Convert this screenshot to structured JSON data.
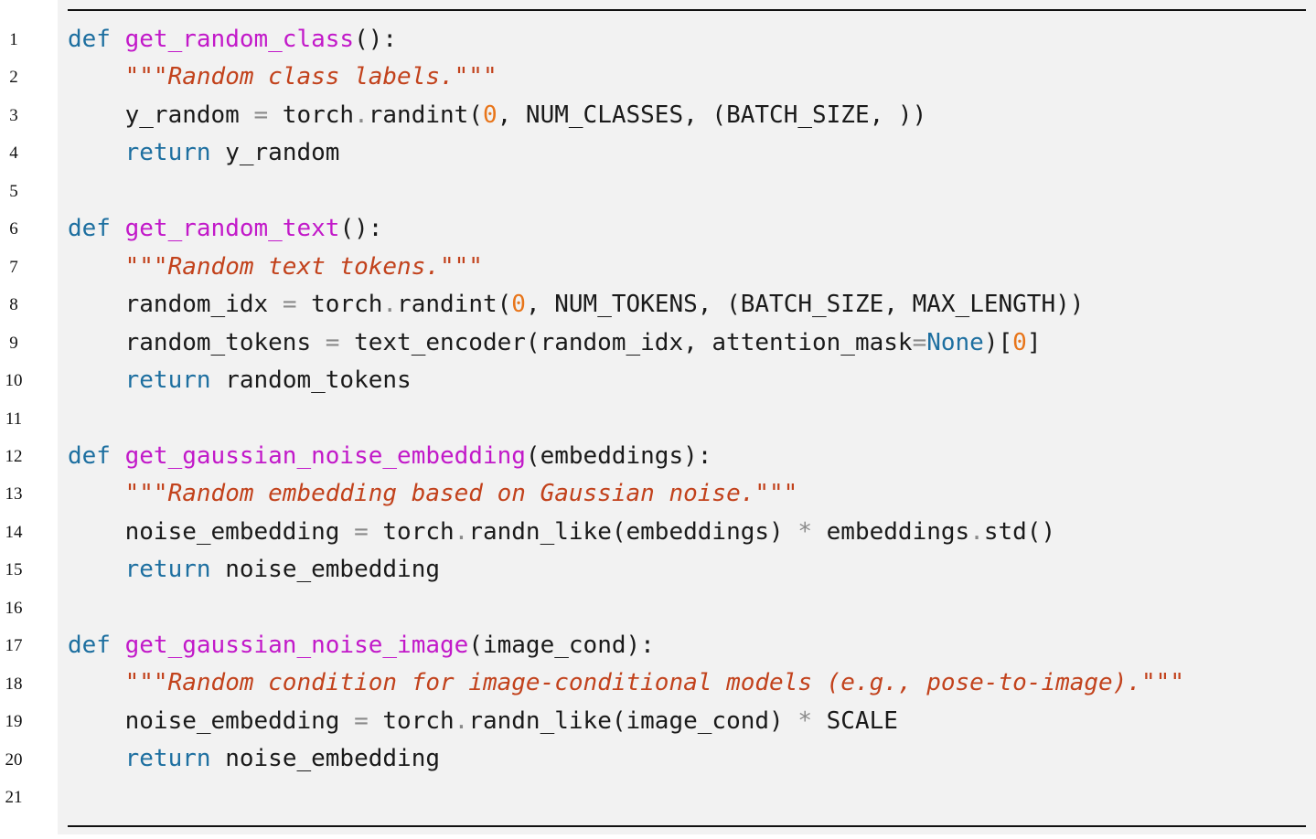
{
  "line_numbers": [
    "1",
    "2",
    "3",
    "4",
    "5",
    "6",
    "7",
    "8",
    "9",
    "10",
    "11",
    "12",
    "13",
    "14",
    "15",
    "16",
    "17",
    "18",
    "19",
    "20",
    "21"
  ],
  "code_lines": [
    [
      {
        "t": "def",
        "c": "kw"
      },
      {
        "t": " "
      },
      {
        "t": "get_random_class",
        "c": "fn"
      },
      {
        "t": "():"
      }
    ],
    [
      {
        "t": "    "
      },
      {
        "t": "\"\"\"Random class labels.\"\"\"",
        "c": "doc"
      }
    ],
    [
      {
        "t": "    y_random "
      },
      {
        "t": "=",
        "c": "op"
      },
      {
        "t": " torch"
      },
      {
        "t": ".",
        "c": "op"
      },
      {
        "t": "randint("
      },
      {
        "t": "0",
        "c": "num"
      },
      {
        "t": ", NUM_CLASSES, (BATCH_SIZE, ))"
      }
    ],
    [
      {
        "t": "    "
      },
      {
        "t": "return",
        "c": "kw"
      },
      {
        "t": " y_random"
      }
    ],
    [],
    [
      {
        "t": "def",
        "c": "kw"
      },
      {
        "t": " "
      },
      {
        "t": "get_random_text",
        "c": "fn"
      },
      {
        "t": "():"
      }
    ],
    [
      {
        "t": "    "
      },
      {
        "t": "\"\"\"Random text tokens.\"\"\"",
        "c": "doc"
      }
    ],
    [
      {
        "t": "    random_idx "
      },
      {
        "t": "=",
        "c": "op"
      },
      {
        "t": " torch"
      },
      {
        "t": ".",
        "c": "op"
      },
      {
        "t": "randint("
      },
      {
        "t": "0",
        "c": "num"
      },
      {
        "t": ", NUM_TOKENS, (BATCH_SIZE, MAX_LENGTH))"
      }
    ],
    [
      {
        "t": "    random_tokens "
      },
      {
        "t": "=",
        "c": "op"
      },
      {
        "t": " text_encoder(random_idx, attention_mask"
      },
      {
        "t": "=",
        "c": "op"
      },
      {
        "t": "None",
        "c": "kw"
      },
      {
        "t": ")["
      },
      {
        "t": "0",
        "c": "num"
      },
      {
        "t": "]"
      }
    ],
    [
      {
        "t": "    "
      },
      {
        "t": "return",
        "c": "kw"
      },
      {
        "t": " random_tokens"
      }
    ],
    [],
    [
      {
        "t": "def",
        "c": "kw"
      },
      {
        "t": " "
      },
      {
        "t": "get_gaussian_noise_embedding",
        "c": "fn"
      },
      {
        "t": "(embeddings):"
      }
    ],
    [
      {
        "t": "    "
      },
      {
        "t": "\"\"\"Random embedding based on Gaussian noise.\"\"\"",
        "c": "doc"
      }
    ],
    [
      {
        "t": "    noise_embedding "
      },
      {
        "t": "=",
        "c": "op"
      },
      {
        "t": " torch"
      },
      {
        "t": ".",
        "c": "op"
      },
      {
        "t": "randn_like(embeddings) "
      },
      {
        "t": "*",
        "c": "op"
      },
      {
        "t": " embeddings"
      },
      {
        "t": ".",
        "c": "op"
      },
      {
        "t": "std()"
      }
    ],
    [
      {
        "t": "    "
      },
      {
        "t": "return",
        "c": "kw"
      },
      {
        "t": " noise_embedding"
      }
    ],
    [],
    [
      {
        "t": "def",
        "c": "kw"
      },
      {
        "t": " "
      },
      {
        "t": "get_gaussian_noise_image",
        "c": "fn"
      },
      {
        "t": "(image_cond):"
      }
    ],
    [
      {
        "t": "    "
      },
      {
        "t": "\"\"\"Random condition for image-conditional models (e.g., pose-to-image).\"\"\"",
        "c": "doc"
      }
    ],
    [
      {
        "t": "    noise_embedding "
      },
      {
        "t": "=",
        "c": "op"
      },
      {
        "t": " torch"
      },
      {
        "t": ".",
        "c": "op"
      },
      {
        "t": "randn_like(image_cond) "
      },
      {
        "t": "*",
        "c": "op"
      },
      {
        "t": " SCALE"
      }
    ],
    [
      {
        "t": "    "
      },
      {
        "t": "return",
        "c": "kw"
      },
      {
        "t": " noise_embedding"
      }
    ],
    []
  ],
  "colors": {
    "keyword": "#1d6fa0",
    "function": "#c219c9",
    "number": "#e8751a",
    "docstring": "#c2421c",
    "operator": "#8a8a8a",
    "background": "#f2f2f2"
  }
}
